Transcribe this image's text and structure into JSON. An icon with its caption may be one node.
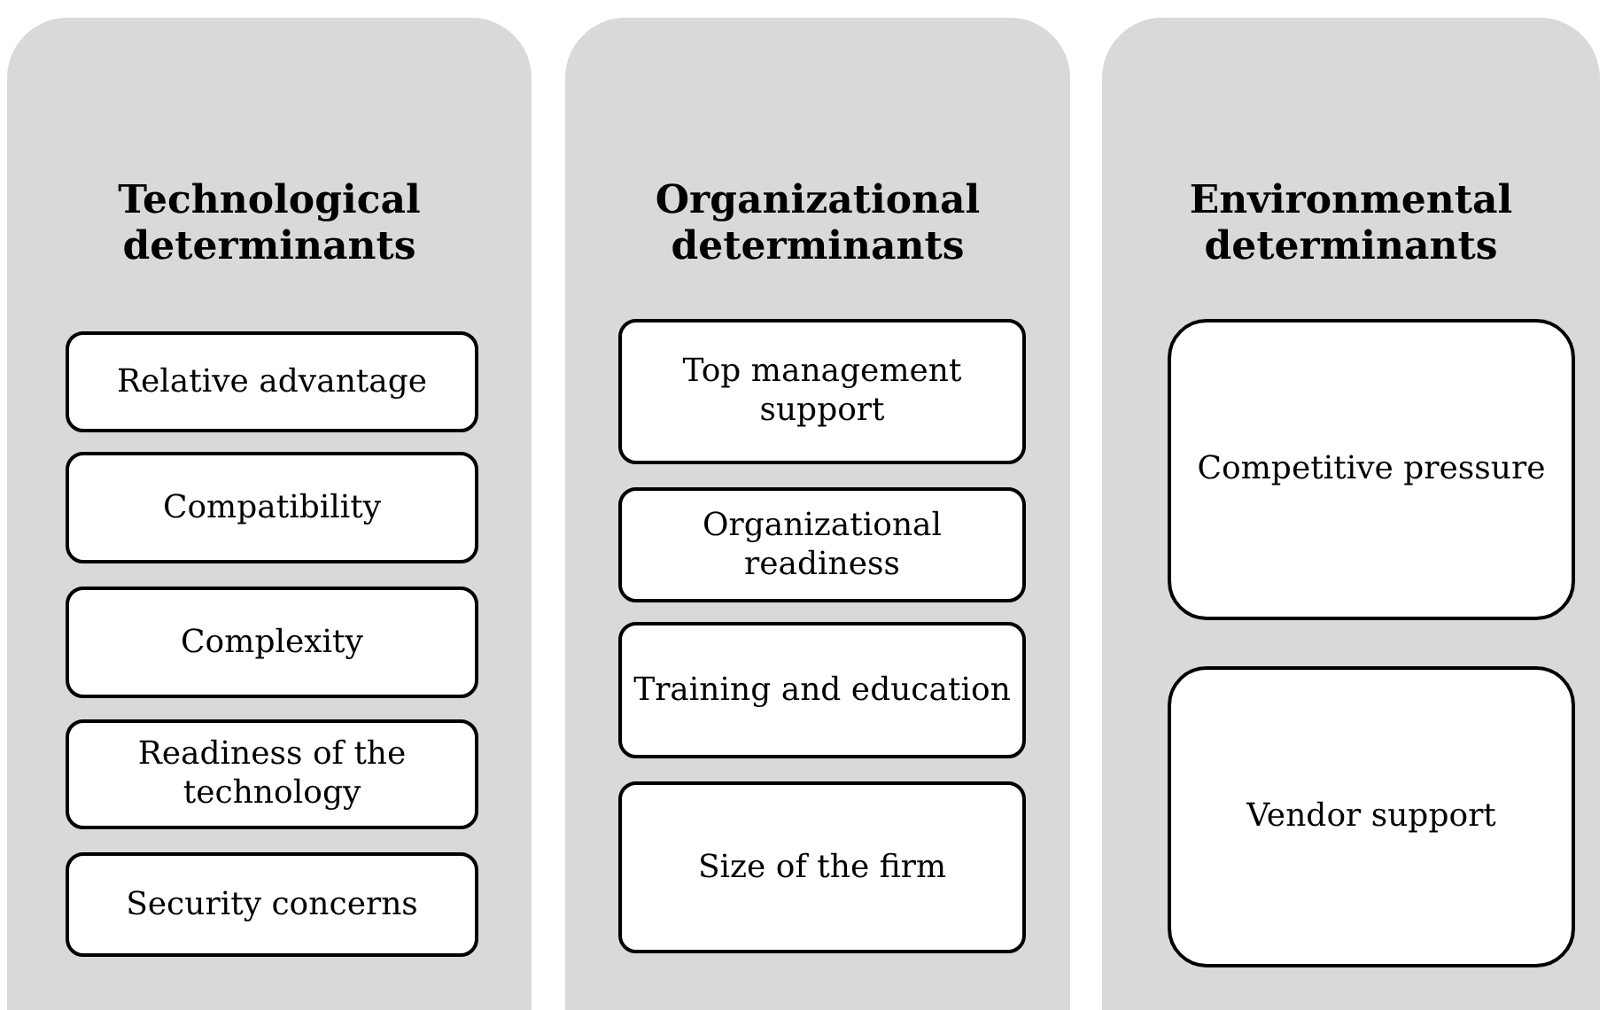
{
  "diagram": {
    "nodes": [
      {
        "text": [
          "Technological determinants"
        ]
      },
      {
        "text": [
          "Relative advantage"
        ],
        "in": 0
      },
      {
        "text": [
          "Compatibility"
        ],
        "in": 0
      },
      {
        "text": [
          "Complexity"
        ],
        "in": 0
      },
      {
        "text": [
          "Readiness of the technology"
        ],
        "in": 0
      },
      {
        "text": [
          "Security concerns"
        ],
        "in": 0
      },
      {
        "text": [
          "Organizational determinants"
        ]
      },
      {
        "text": [
          "Top management support"
        ],
        "in": 6
      },
      {
        "text": [
          "Organizational readiness"
        ],
        "in": 6
      },
      {
        "text": [
          "Training and education"
        ],
        "in": 6
      },
      {
        "text": [
          "Size of the firm"
        ],
        "in": 6
      },
      {
        "text": [
          "Environmental determinants"
        ]
      },
      {
        "text": [
          "Competitive pressure"
        ],
        "in": 11
      },
      {
        "text": [
          "Vendor support"
        ],
        "in": 11
      }
    ]
  }
}
